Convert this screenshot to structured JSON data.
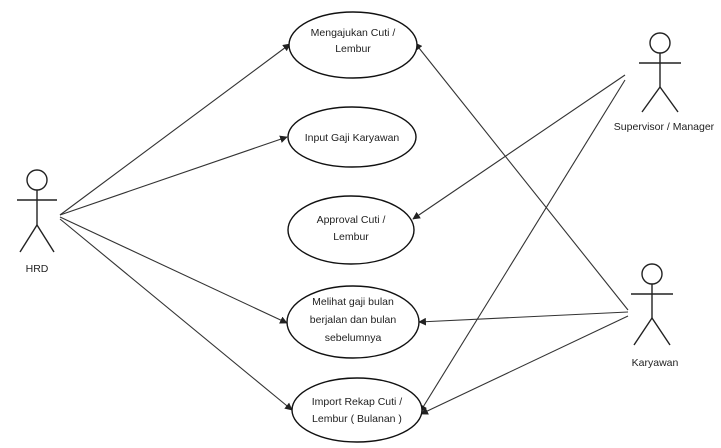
{
  "diagram": {
    "type": "use-case",
    "actors": {
      "hrd": "HRD",
      "supervisor": "Supervisor / Manager",
      "karyawan": "Karyawan"
    },
    "use_cases": {
      "uc1": {
        "line1": "Mengajukan Cuti /",
        "line2": "Lembur"
      },
      "uc2": {
        "line1": "Input Gaji Karyawan"
      },
      "uc3": {
        "line1": "Approval Cuti /",
        "line2": "Lembur"
      },
      "uc4": {
        "line1": "Melihat gaji bulan",
        "line2": "berjalan dan bulan",
        "line3": "sebelumnya"
      },
      "uc5": {
        "line1": "Import Rekap Cuti /",
        "line2": "Lembur ( Bulanan )"
      }
    },
    "associations": [
      {
        "from": "HRD",
        "to": "Mengajukan Cuti / Lembur"
      },
      {
        "from": "HRD",
        "to": "Input Gaji Karyawan"
      },
      {
        "from": "HRD",
        "to": "Melihat gaji bulan berjalan dan bulan sebelumnya"
      },
      {
        "from": "HRD",
        "to": "Import Rekap Cuti / Lembur ( Bulanan )"
      },
      {
        "from": "Supervisor / Manager",
        "to": "Approval Cuti / Lembur"
      },
      {
        "from": "Supervisor / Manager",
        "to": "Import Rekap Cuti / Lembur ( Bulanan )"
      },
      {
        "from": "Karyawan",
        "to": "Mengajukan Cuti / Lembur"
      },
      {
        "from": "Karyawan",
        "to": "Melihat gaji bulan berjalan dan bulan sebelumnya"
      },
      {
        "from": "Karyawan",
        "to": "Import Rekap Cuti / Lembur ( Bulanan )"
      }
    ],
    "colors": {
      "stroke": "#222222",
      "background": "#ffffff"
    }
  }
}
